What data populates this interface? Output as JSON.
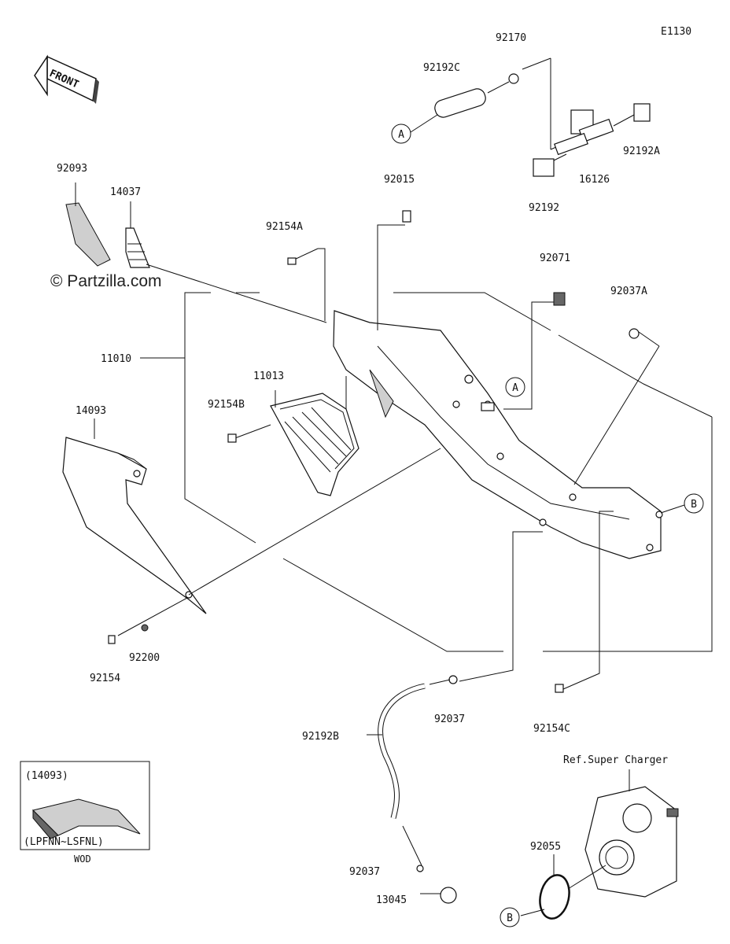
{
  "diagram": {
    "code": "E1130",
    "direction_label": "FRONT",
    "watermark": "© Partzilla.com",
    "callouts": [
      {
        "id": "A",
        "label": "A"
      },
      {
        "id": "A2",
        "label": "A"
      },
      {
        "id": "B",
        "label": "B"
      },
      {
        "id": "B2",
        "label": "B"
      }
    ],
    "parts": [
      {
        "number": "92170"
      },
      {
        "number": "92192C"
      },
      {
        "number": "92192A"
      },
      {
        "number": "16126"
      },
      {
        "number": "92192"
      },
      {
        "number": "92093"
      },
      {
        "number": "14037"
      },
      {
        "number": "92015"
      },
      {
        "number": "92154A"
      },
      {
        "number": "92071"
      },
      {
        "number": "92037A"
      },
      {
        "number": "11010"
      },
      {
        "number": "11013"
      },
      {
        "number": "92154B"
      },
      {
        "number": "14093"
      },
      {
        "number": "92200"
      },
      {
        "number": "92154"
      },
      {
        "number": "92037"
      },
      {
        "number": "92154C"
      },
      {
        "number": "92192B"
      },
      {
        "number": "92037"
      },
      {
        "number": "13045"
      },
      {
        "number": "92055"
      }
    ],
    "reference": "Ref.Super Charger",
    "inset": {
      "part_ref": "(14093)",
      "model_range": "(LPFNN~LSFNL)",
      "market": "WOD"
    }
  }
}
